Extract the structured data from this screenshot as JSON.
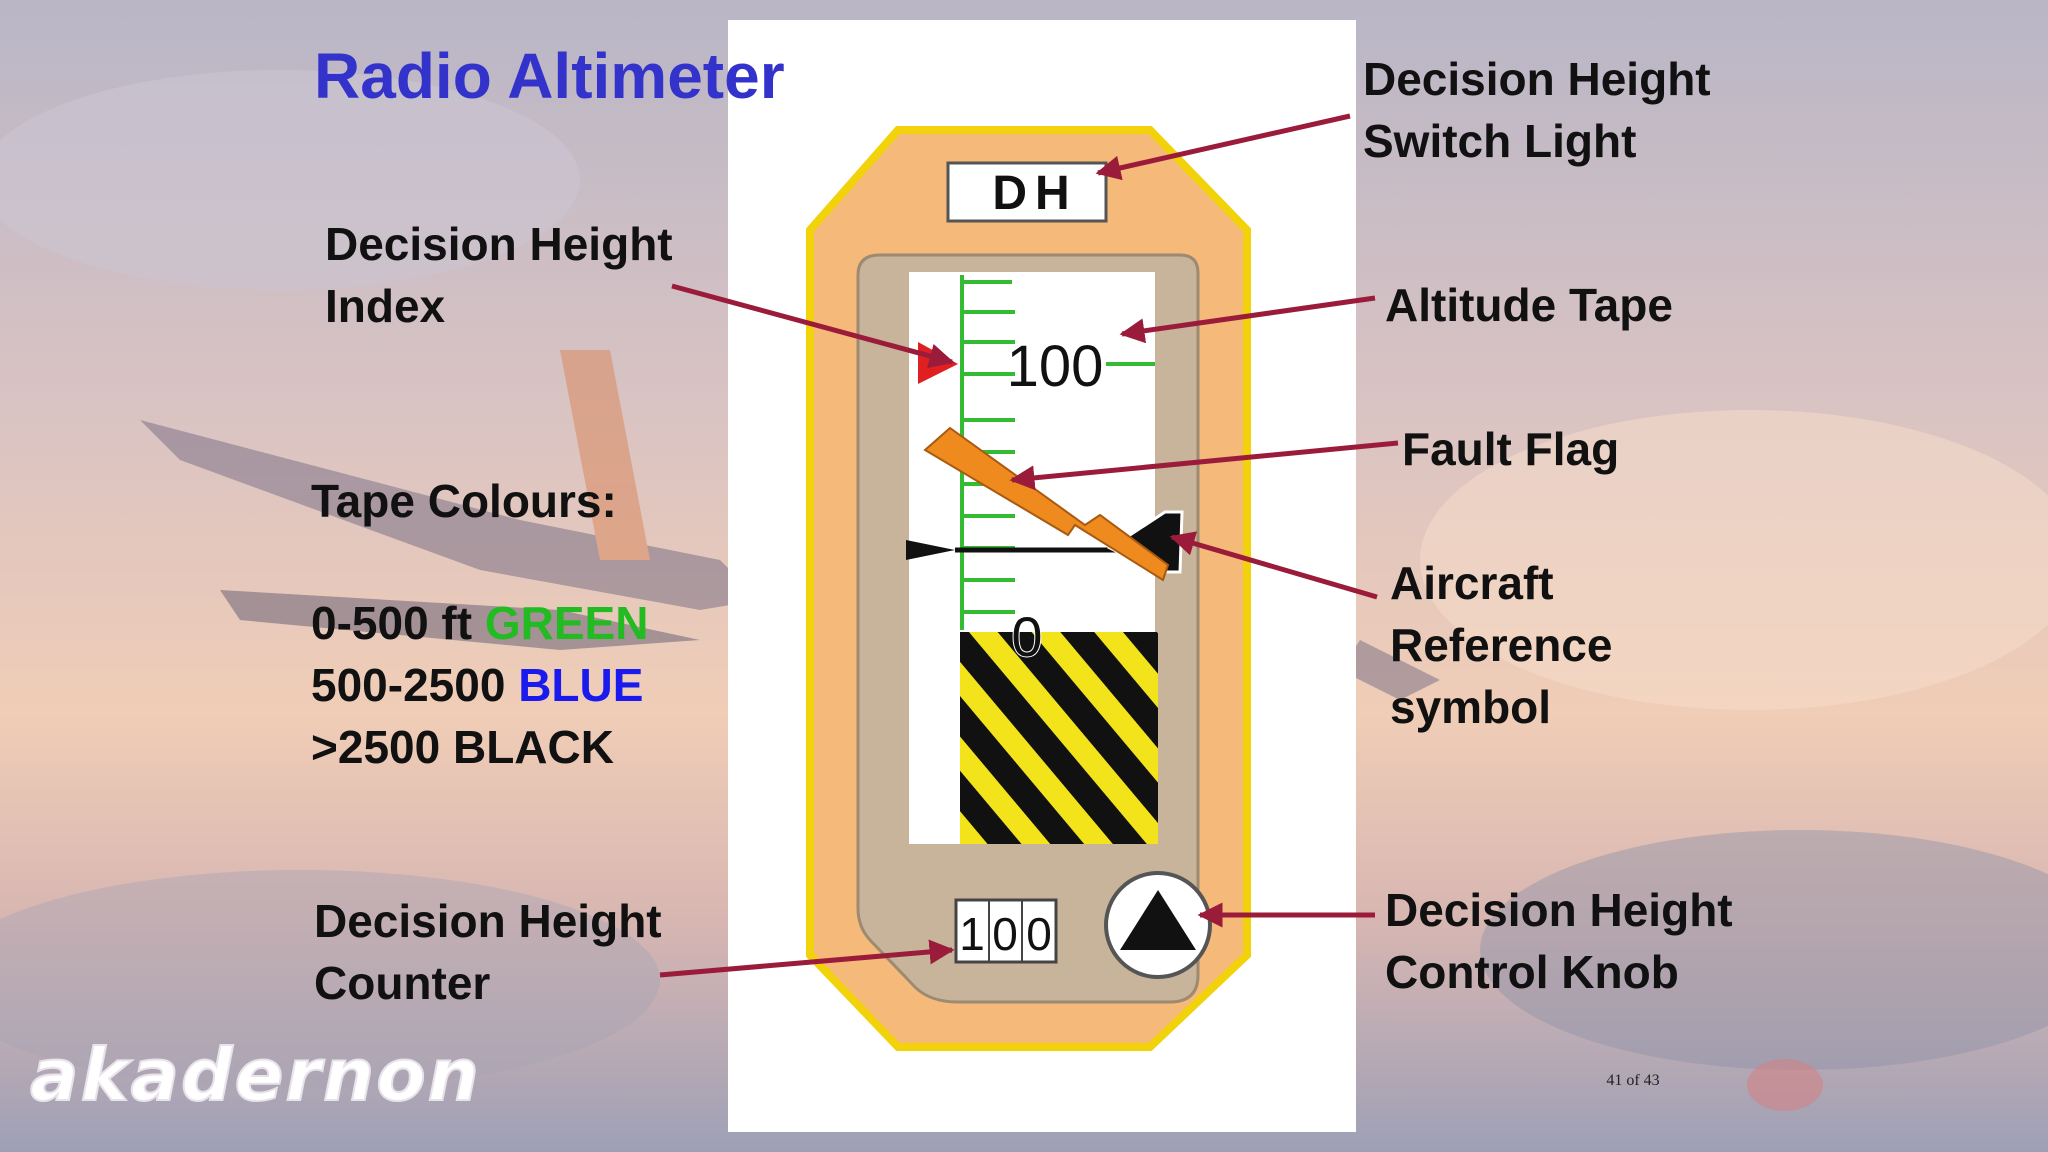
{
  "title": "Radio Altimeter",
  "instrument": {
    "dh_light_text": "DH",
    "tape_top_label": "100",
    "tape_zero_label": "0",
    "counter_digits": [
      "1",
      "0",
      "0"
    ]
  },
  "labels": {
    "dh_switch_light": [
      "Decision Height",
      "Switch Light"
    ],
    "dh_index": [
      "Decision Height",
      "Index"
    ],
    "altitude_tape": "Altitude Tape",
    "fault_flag": "Fault Flag",
    "aircraft_reference": [
      "Aircraft",
      "Reference",
      "symbol"
    ],
    "dh_counter": [
      "Decision Height",
      "Counter"
    ],
    "dh_control_knob": [
      "Decision Height",
      "Control Knob"
    ]
  },
  "tape_colours": {
    "heading": "Tape Colours:",
    "rows": [
      {
        "range": "0-500 ft",
        "colour": "GREEN",
        "hex": "#22bb22"
      },
      {
        "range": "500-2500",
        "colour": "BLUE",
        "hex": "#1a1aee"
      },
      {
        "range": ">2500",
        "colour": "BLACK",
        "hex": "#111111"
      }
    ]
  },
  "logo_text": "akadernon",
  "page_number": "41 of 43",
  "colors": {
    "title": "#3333cc",
    "arrow": "#9b1c3a",
    "bezel": "#f5b97a",
    "bezel_outline": "#f2d20a",
    "window_frame": "#c8b49a",
    "tape_mark": "#33bb33",
    "fault_flag": "#ef8a1e",
    "dh_index": "#e02020"
  }
}
